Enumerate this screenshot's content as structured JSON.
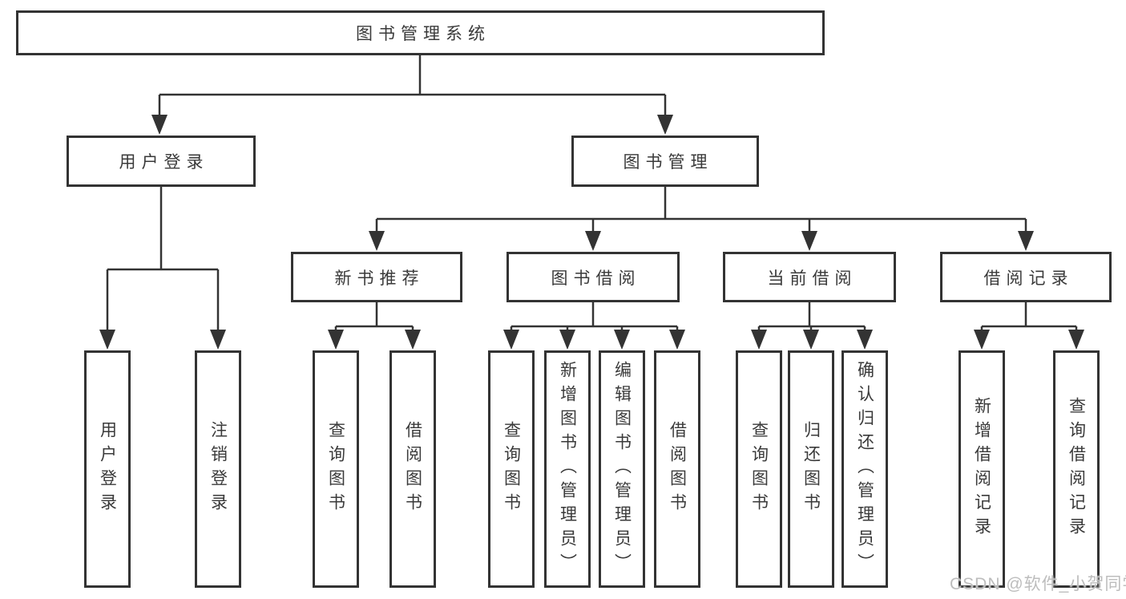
{
  "diagram": {
    "type": "hierarchy-tree",
    "colors": {
      "line": "#333333",
      "box_border": "#333333",
      "text": "#3a3a3a",
      "background": "#ffffff",
      "watermark_text": "#bdbdbd"
    },
    "tree": {
      "label": "图书管理系统",
      "children": [
        {
          "label": "用户登录",
          "children": [
            {
              "label": "用户登录"
            },
            {
              "label": "注销登录"
            }
          ]
        },
        {
          "label": "图书管理",
          "children": [
            {
              "label": "新书推荐",
              "children": [
                {
                  "label": "查询图书"
                },
                {
                  "label": "借阅图书"
                }
              ]
            },
            {
              "label": "图书借阅",
              "children": [
                {
                  "label": "查询图书"
                },
                {
                  "label": "新增图书（管理员）"
                },
                {
                  "label": "编辑图书（管理员）"
                },
                {
                  "label": "借阅图书"
                }
              ]
            },
            {
              "label": "当前借阅",
              "children": [
                {
                  "label": "查询图书"
                },
                {
                  "label": "归还图书"
                },
                {
                  "label": "确认归还（管理员）"
                }
              ]
            },
            {
              "label": "借阅记录",
              "children": [
                {
                  "label": "新增借阅记录"
                },
                {
                  "label": "查询借阅记录"
                }
              ]
            }
          ]
        }
      ]
    },
    "watermark": "CSDN @软件_小贺同学"
  }
}
